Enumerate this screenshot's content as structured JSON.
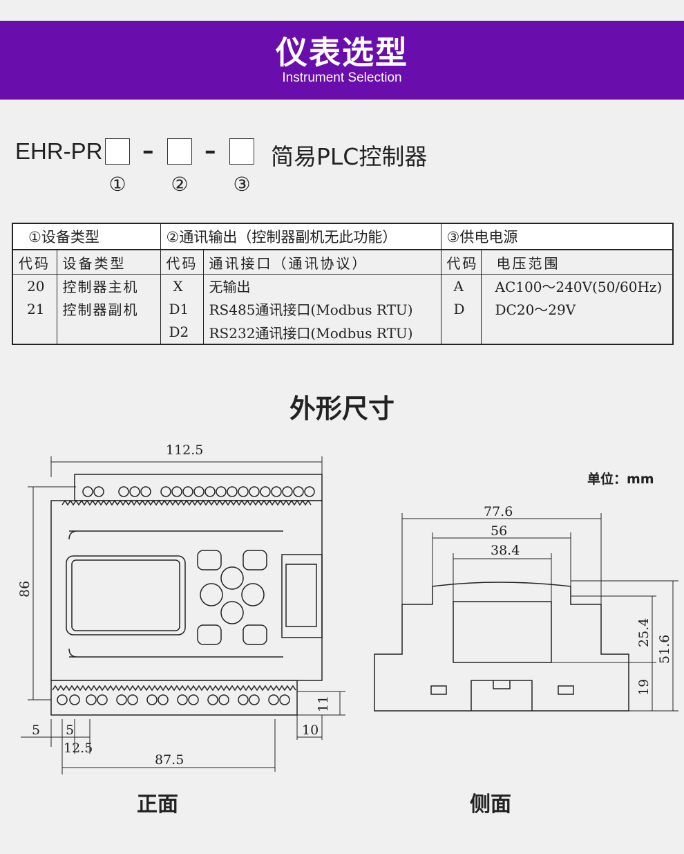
{
  "banner": {
    "title": "仪表选型",
    "subtitle": "Instrument Selection"
  },
  "model": {
    "prefix": "EHR-PR",
    "name": "简易PLC控制器",
    "markers": [
      "①",
      "②",
      "③"
    ]
  },
  "table": {
    "sections": [
      "①设备类型",
      "②通讯输出（控制器副机无此功能）",
      "③供电电源"
    ],
    "headers": [
      "代码",
      "设备类型",
      "代码",
      "通讯接口（通讯协议）",
      "代码",
      "电压范围"
    ],
    "device_types": [
      {
        "code": "20",
        "name": "控制器主机"
      },
      {
        "code": "21",
        "name": "控制器副机"
      }
    ],
    "comm_outputs": [
      {
        "code": "X",
        "name": "无输出"
      },
      {
        "code": "D1",
        "name": "RS485通讯接口(Modbus RTU)"
      },
      {
        "code": "D2",
        "name": "RS232通讯接口(Modbus RTU)"
      }
    ],
    "power": [
      {
        "code": "A",
        "range": "AC100～240V(50/60Hz)"
      },
      {
        "code": "D",
        "range": "DC20～29V"
      }
    ]
  },
  "dimensions": {
    "title": "外形尺寸",
    "unit_label": "单位：mm",
    "front_caption": "正面",
    "side_caption": "侧面",
    "front": {
      "width": "112.5",
      "height": "86",
      "left_margin": "5",
      "pitch": "5",
      "pitch_offset": "12.5",
      "span": "87.5",
      "right_offset": "10",
      "bottom_height": "11"
    },
    "side": {
      "width": "77.6",
      "mid": "56",
      "inner": "38.4",
      "upper": "25.4",
      "total": "51.6",
      "base": "19"
    }
  }
}
